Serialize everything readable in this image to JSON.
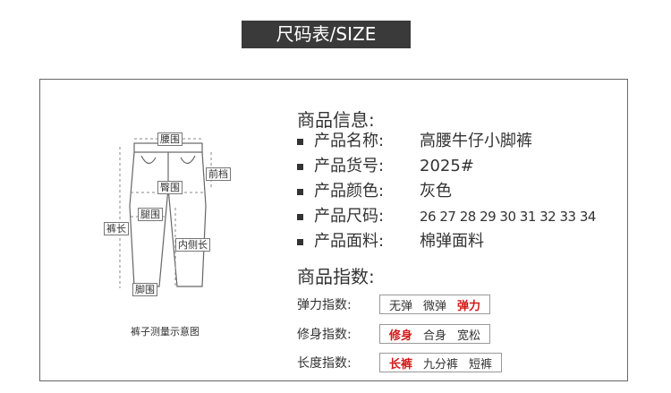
{
  "title": "尺码表/SIZE",
  "diagram": {
    "labels": {
      "waist": "腰围",
      "front_rise": "前档",
      "hip": "臀围",
      "length": "裤长",
      "thigh": "腿围",
      "inseam": "内侧长",
      "leg_opening": "脚围"
    },
    "caption": "裤子测量示意图"
  },
  "product_info": {
    "heading": "商品信息:",
    "items": [
      {
        "label": "产品名称:",
        "value": "高腰牛仔小脚裤"
      },
      {
        "label": "产品货号:",
        "value": "2025#"
      },
      {
        "label": "产品颜色:",
        "value": "灰色"
      },
      {
        "label": "产品尺码:",
        "value": "26 27 28 29 30 31 32 33 34"
      },
      {
        "label": "产品面料:",
        "value": "棉弹面料"
      }
    ]
  },
  "indices": {
    "heading": "商品指数:",
    "rows": [
      {
        "label": "弹力指数:",
        "options": [
          "无弹",
          "微弹",
          "弹力"
        ],
        "selected": 2
      },
      {
        "label": "修身指数:",
        "options": [
          "修身",
          "合身",
          "宽松"
        ],
        "selected": 0
      },
      {
        "label": "长度指数:",
        "options": [
          "长裤",
          "九分裤",
          "短裤"
        ],
        "selected": 0
      }
    ]
  },
  "colors": {
    "accent_red": "#d21a1a",
    "title_bg": "#3a3a3a"
  }
}
